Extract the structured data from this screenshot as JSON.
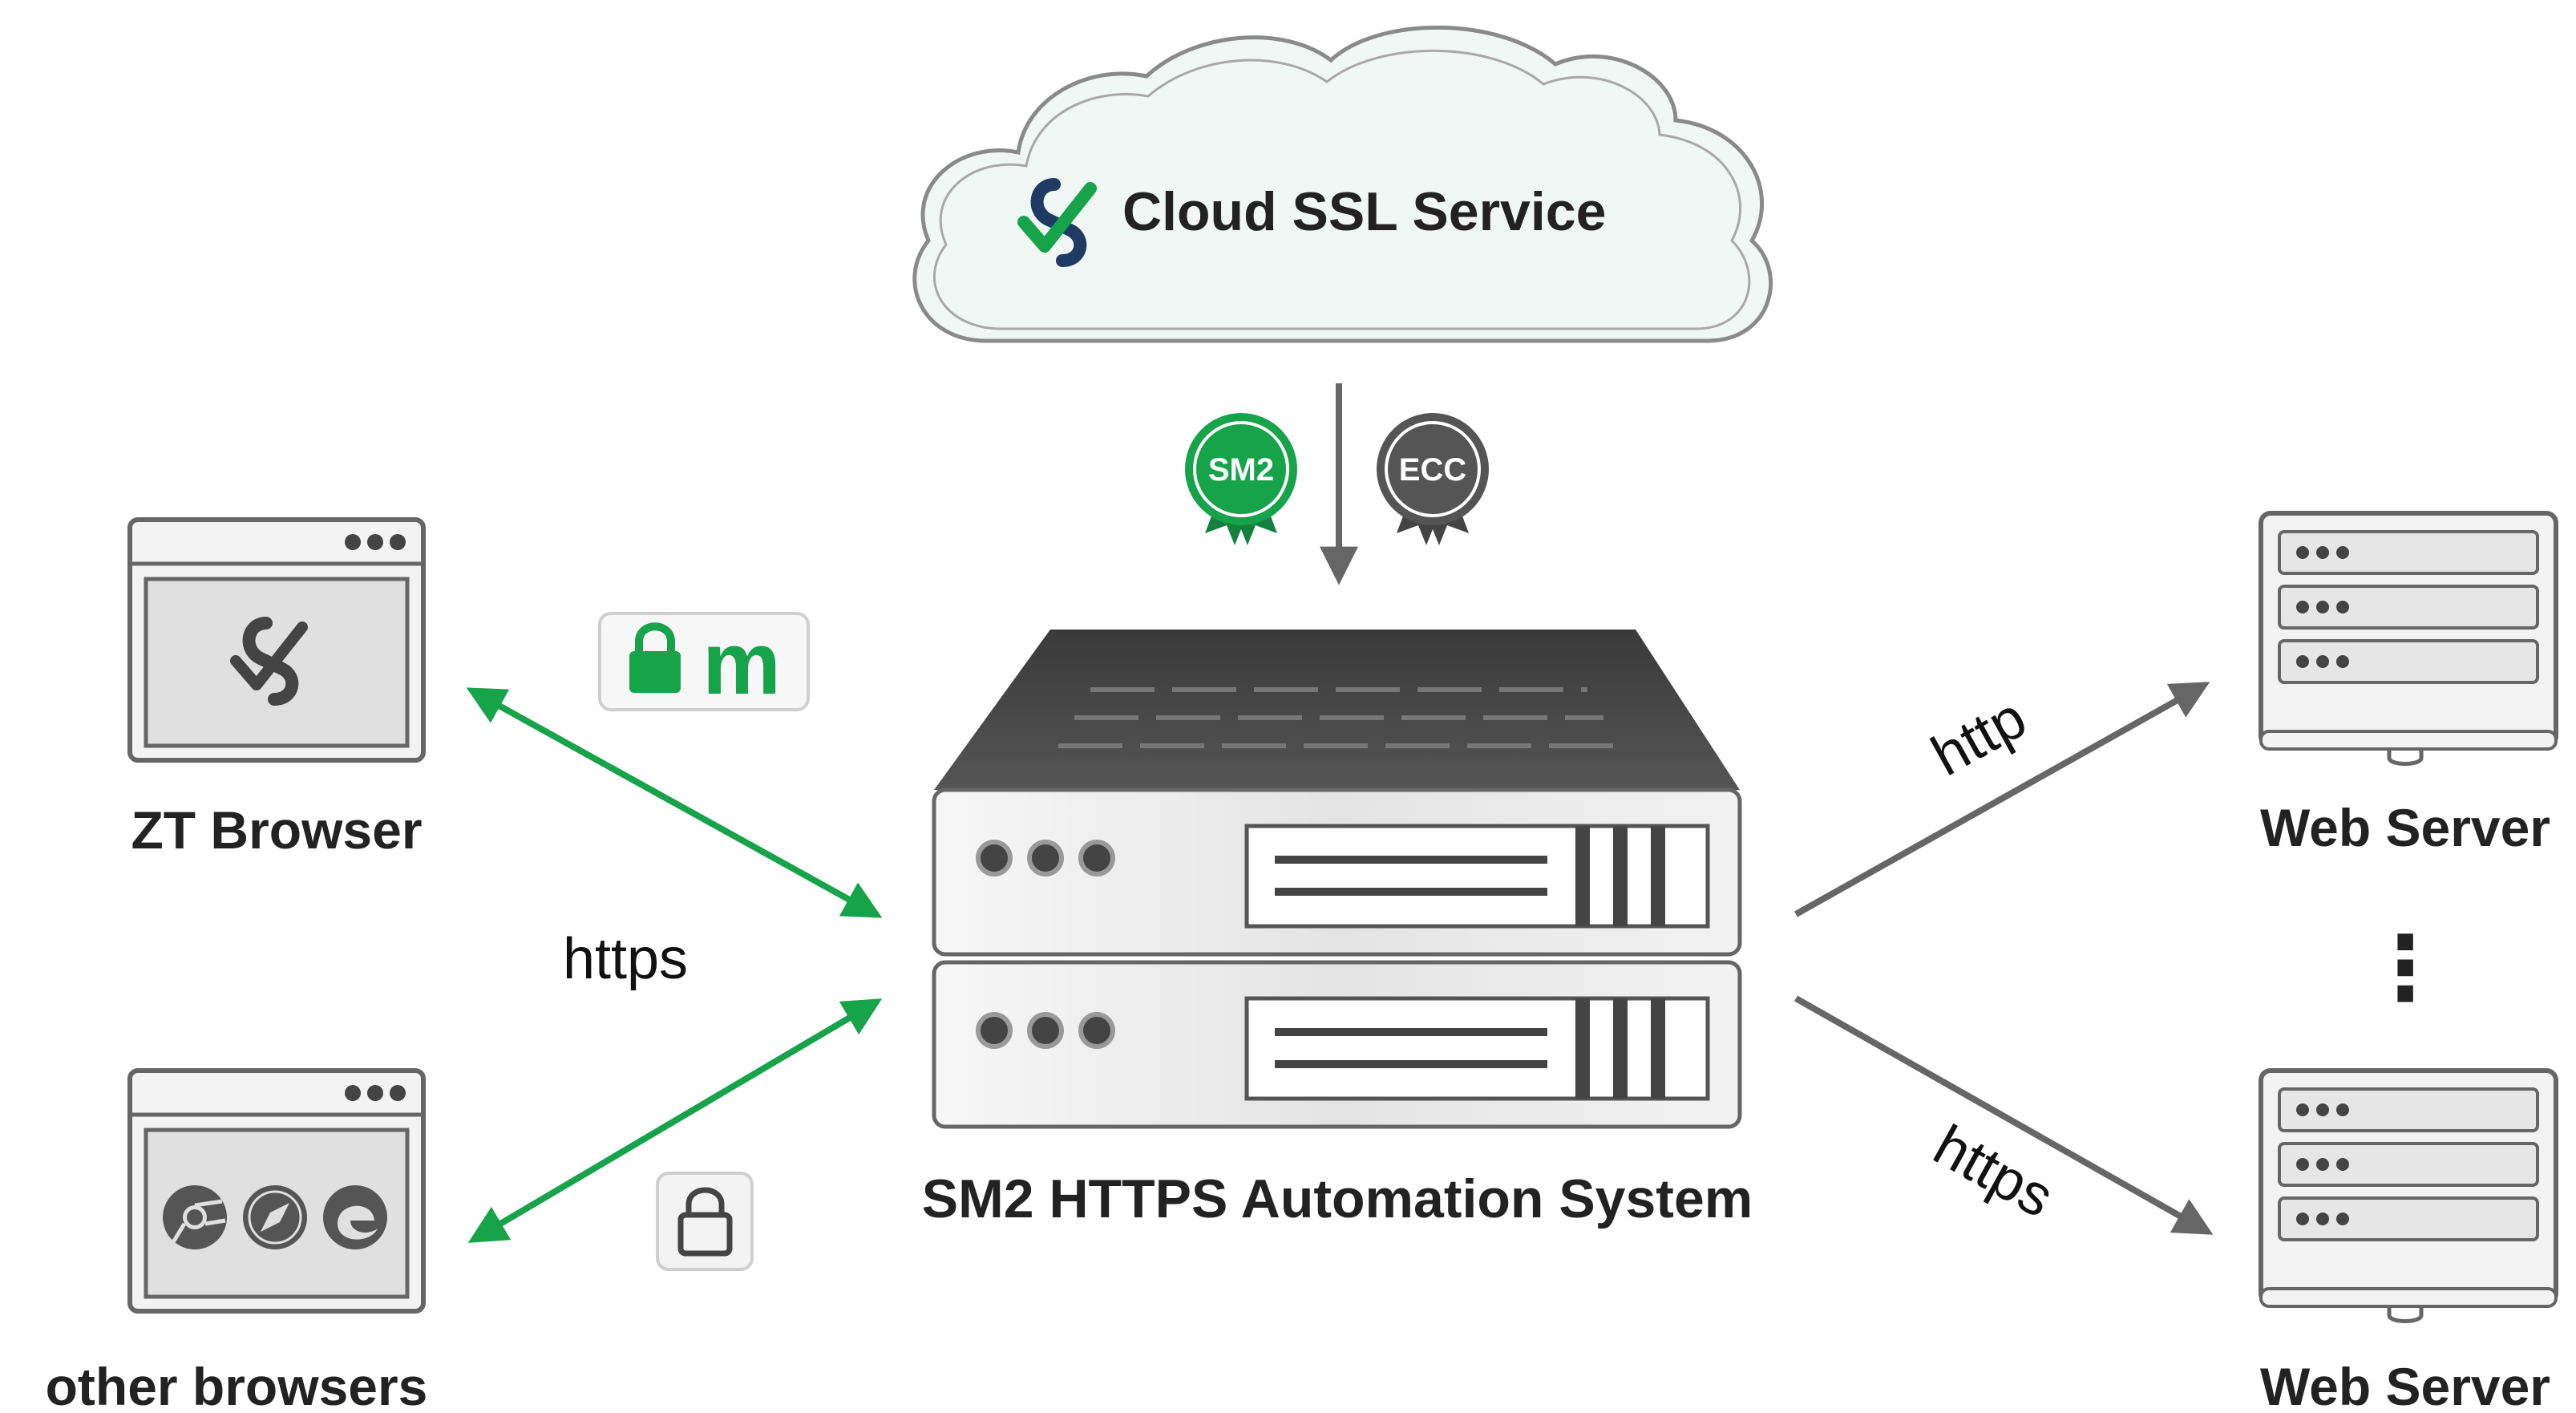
{
  "cloud": {
    "label": "Cloud SSL Service"
  },
  "certs": {
    "sm2": "SM2",
    "ecc": "ECC"
  },
  "browsers": {
    "zt": {
      "label": "ZT Browser"
    },
    "other": {
      "label": "other browsers"
    }
  },
  "badges": {
    "secure_m": "m"
  },
  "system": {
    "label": "SM2 HTTPS Automation System"
  },
  "protocols": {
    "client": "https",
    "server_top": "http",
    "server_bottom": "https"
  },
  "servers": {
    "top": {
      "label": "Web Server"
    },
    "bottom": {
      "label": "Web Server"
    },
    "ellipsis": "⋮"
  },
  "colors": {
    "green": "#16a34a",
    "gray_arrow": "#666666",
    "dark": "#3a3a3a",
    "ecc_gray": "#555555"
  }
}
